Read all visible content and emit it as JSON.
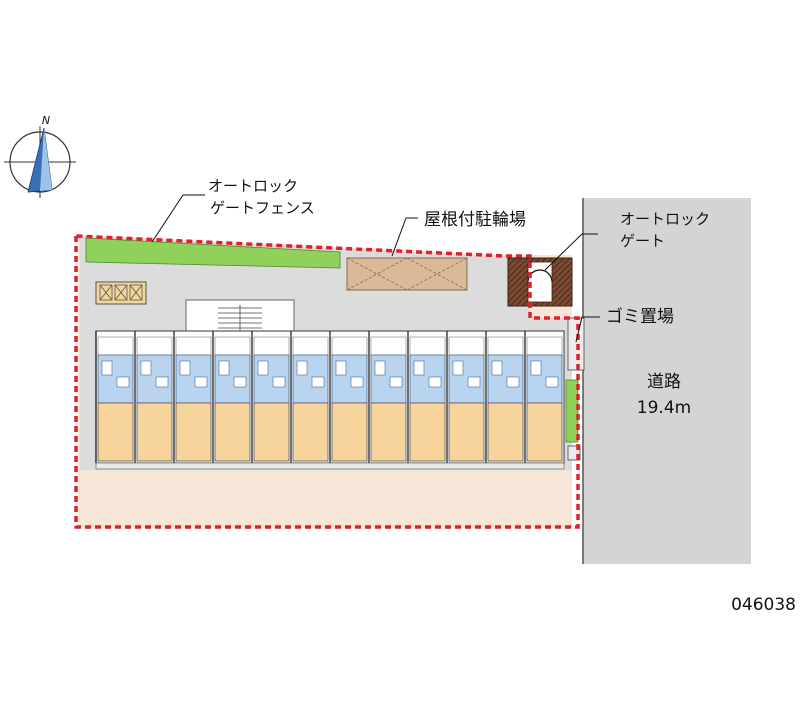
{
  "labels": {
    "gate_fence_line1": "オートロック",
    "gate_fence_line2": "ゲートフェンス",
    "bicycle_parking": "屋根付駐輪場",
    "gate_line1": "オートロック",
    "gate_line2": "ゲート",
    "garbage": "ゴミ置場",
    "road_name": "道路",
    "road_width": "19.4m",
    "property_code": "046038"
  },
  "compass": {
    "north_label": "N"
  },
  "building": {
    "unit_count": 12
  },
  "colors": {
    "boundary": "#e0202a",
    "site_fill": "#f6e6d8",
    "paved": "#dcdcdc",
    "road": "#d4d4d4",
    "grass": "#8fd15a",
    "unit_blue": "#b9d4ef",
    "unit_orange": "#f7d49b",
    "bike_roof": "#d8b998",
    "gate": "#7a4a33"
  }
}
